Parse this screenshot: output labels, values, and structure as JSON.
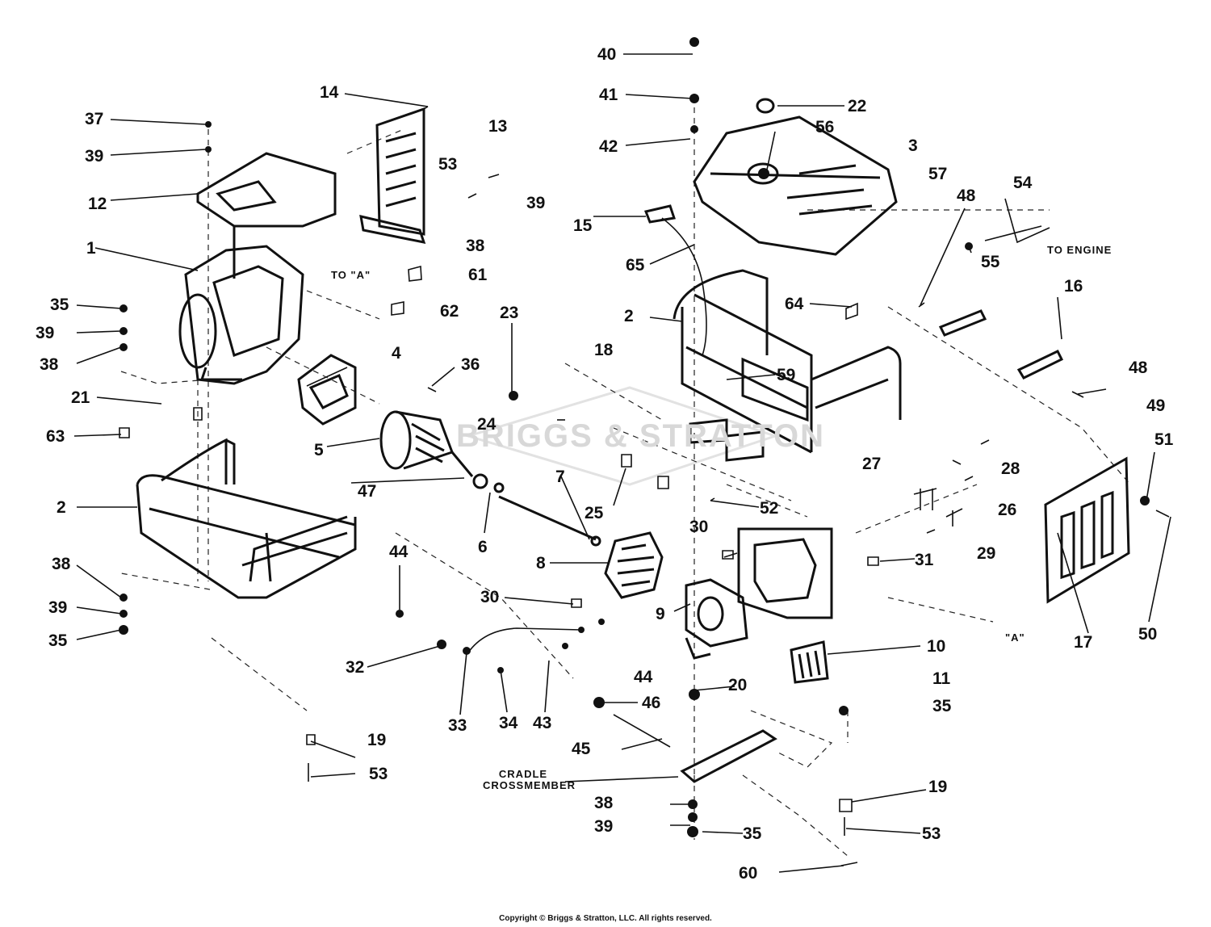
{
  "diagram": {
    "watermark": "BRIGGS & STRATTON",
    "copyright": "Copyright © Briggs & Stratton, LLC. All rights reserved.",
    "notes": {
      "to_a": "TO \"A\"",
      "to_engine": "TO ENGINE",
      "a_mark": "\"A\"",
      "cradle_line1": "CRADLE",
      "cradle_line2": "CROSSMEMBER"
    },
    "callouts": [
      "40",
      "41",
      "42",
      "22",
      "56",
      "3",
      "57",
      "14",
      "13",
      "37",
      "39",
      "12",
      "53",
      "39",
      "38",
      "54",
      "48",
      "15",
      "55",
      "65",
      "1",
      "61",
      "62",
      "2",
      "64",
      "16",
      "35",
      "39",
      "38",
      "23",
      "18",
      "4",
      "36",
      "59",
      "48",
      "21",
      "24",
      "49",
      "51",
      "63",
      "5",
      "27",
      "28",
      "47",
      "2",
      "7",
      "25",
      "52",
      "26",
      "6",
      "30",
      "31",
      "29",
      "8",
      "44",
      "38",
      "30",
      "9",
      "39",
      "35",
      "10",
      "17",
      "50",
      "32",
      "44",
      "33",
      "34",
      "43",
      "46",
      "20",
      "11",
      "35",
      "45",
      "19",
      "53",
      "19",
      "38",
      "39",
      "35",
      "53",
      "60"
    ],
    "colors": {
      "ink": "#111111",
      "background": "#ffffff",
      "watermark": "#d8d8d8"
    }
  }
}
